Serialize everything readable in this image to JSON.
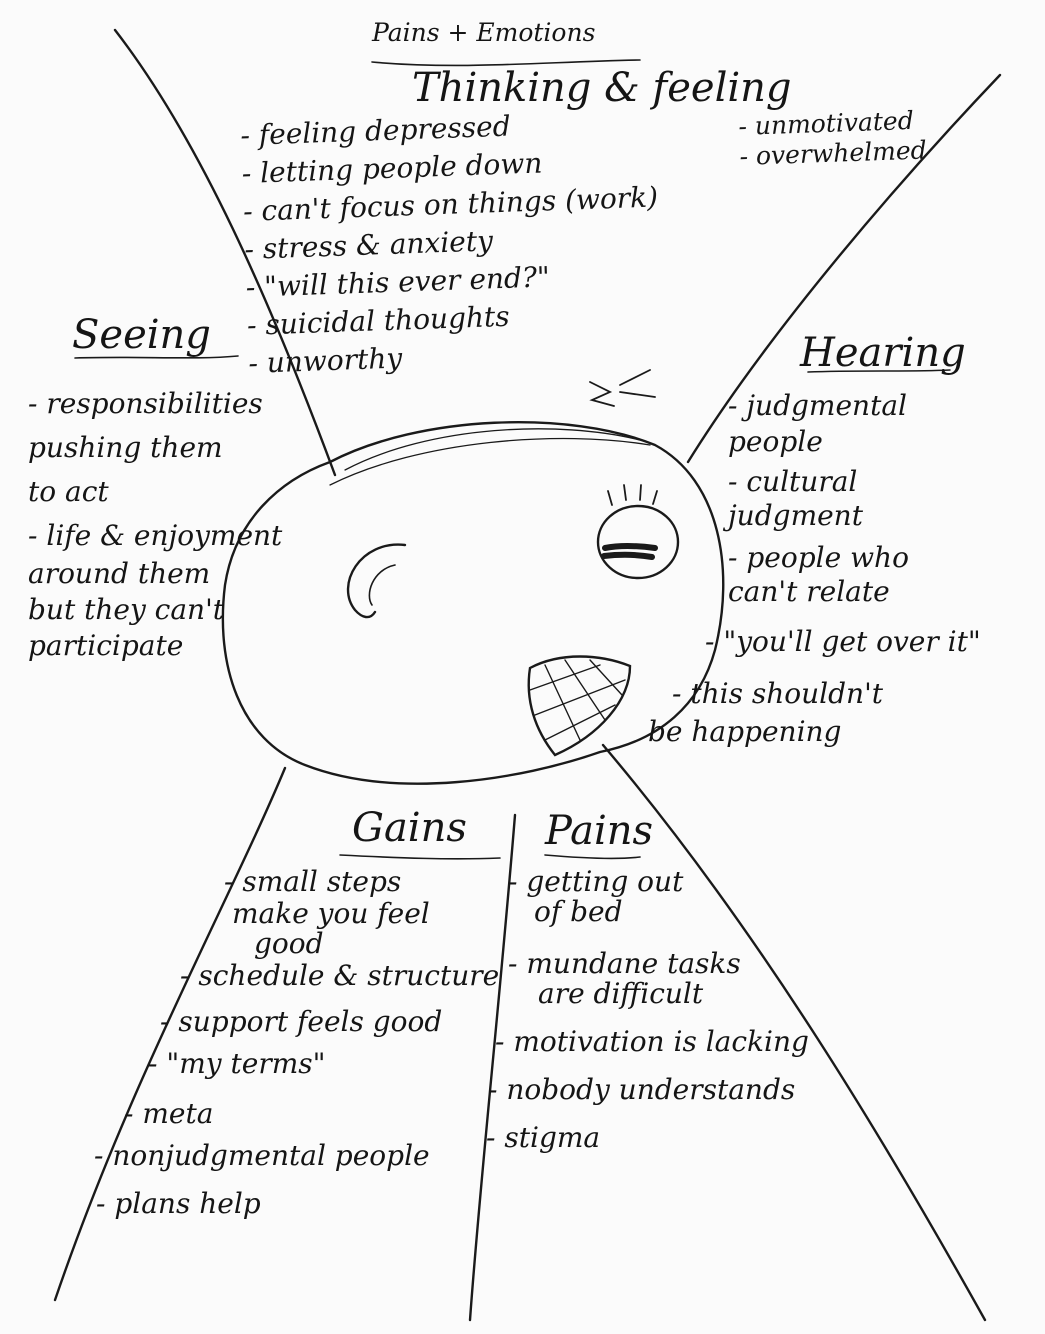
{
  "header": {
    "top_line": "Pains + Emotions",
    "title": "Thinking & feeling"
  },
  "sections": {
    "thinking_feeling": {
      "items": [
        "- feeling depressed",
        "- letting people down",
        "- can't focus on things (work)",
        "- stress & anxiety",
        "- \"will this ever end?\"",
        "- suicidal thoughts",
        "- unworthy"
      ],
      "side_items": [
        "- unmotivated",
        "- overwhelmed"
      ]
    },
    "seeing": {
      "title": "Seeing",
      "items": [
        "- responsibilities",
        "pushing them",
        "to act",
        "- life & enjoyment",
        "around them",
        "but they can't",
        "participate"
      ]
    },
    "hearing": {
      "title": "Hearing",
      "items": [
        "- judgmental",
        "people",
        "- cultural",
        "judgment",
        "- people who",
        "can't relate",
        "- \"you'll get over it\"",
        "- this shouldn't",
        "be happening"
      ]
    },
    "gains": {
      "title": "Gains",
      "items": [
        "- small steps",
        "make you feel",
        "good",
        "- schedule & structure",
        "- support feels good",
        "- \"my terms\"",
        "- meta",
        "- nonjudgmental people",
        "- plans help"
      ]
    },
    "pains": {
      "title": "Pains",
      "items": [
        "- getting out",
        "of bed",
        "- mundane tasks",
        "are difficult",
        "- motivation is lacking",
        "- nobody understands",
        "- stigma"
      ]
    }
  },
  "colors": {
    "ink": "#151515",
    "paper": "#fbfbfb"
  }
}
